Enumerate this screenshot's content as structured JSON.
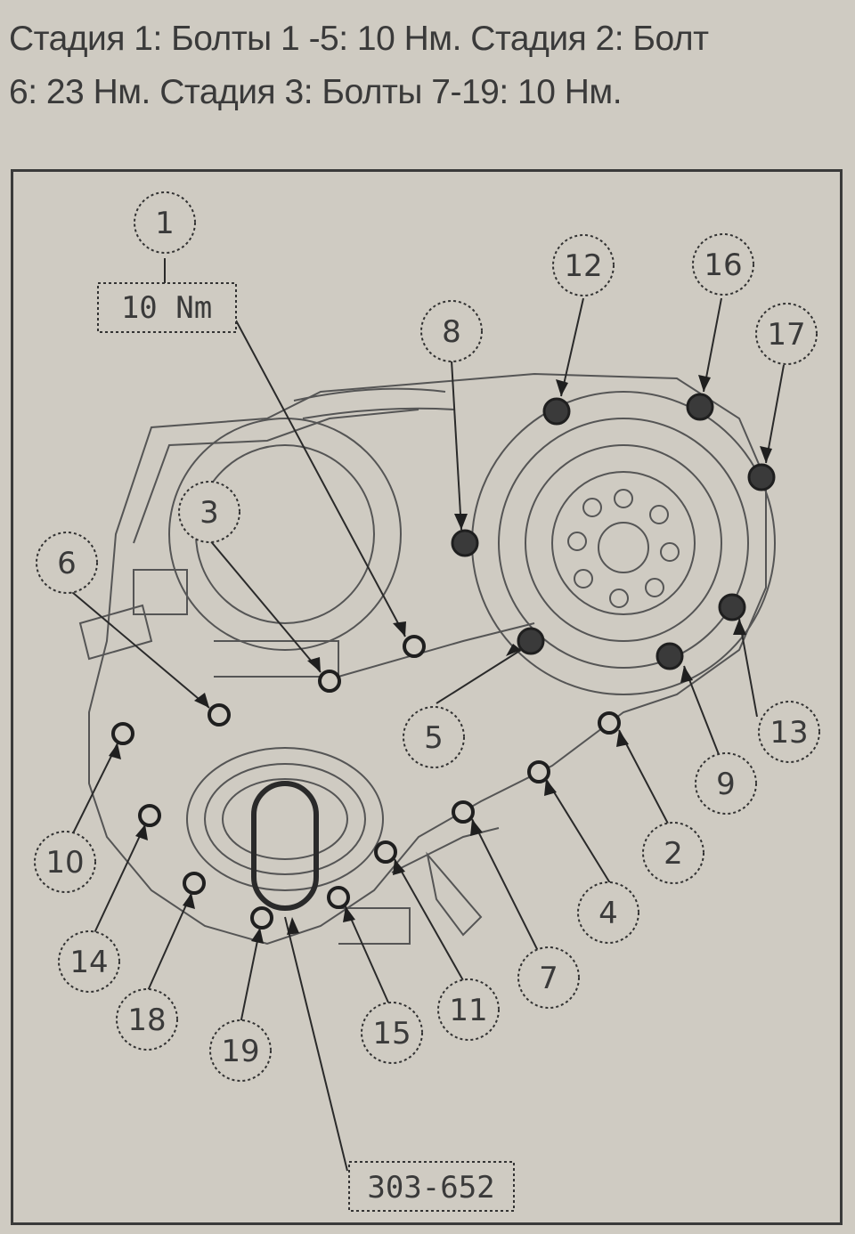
{
  "caption": {
    "line1": "Стадия 1: Болты 1 -5: 10 Нм. Стадия 2: Болт",
    "line2": "6: 23 Нм. Стадия 3: Болты 7-19: 10 Нм."
  },
  "diagram": {
    "torque_label": "10 Nm",
    "tool_label": "303-652",
    "callouts": [
      "1",
      "2",
      "3",
      "4",
      "5",
      "6",
      "7",
      "8",
      "9",
      "10",
      "11",
      "12",
      "13",
      "14",
      "15",
      "16",
      "17",
      "18",
      "19"
    ]
  }
}
